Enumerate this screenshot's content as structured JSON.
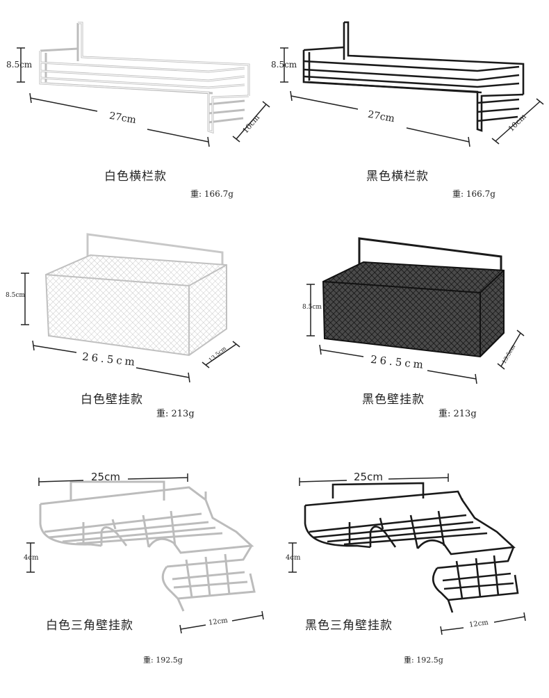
{
  "colors": {
    "white_product": "#ffffff",
    "white_outline": "#b9b9b9",
    "black_product": "#1a1a1a",
    "dim_line": "#222222"
  },
  "products": [
    {
      "name": "白色横栏款",
      "weight": "重: 166.7g",
      "height": "8.5cm",
      "length": "27cm",
      "depth": "10cm",
      "icon": "wire-rack-bar-icon"
    },
    {
      "name": "黑色横栏款",
      "weight": "重: 166.7g",
      "height": "8.5cm",
      "length": "27cm",
      "depth": "10cm",
      "icon": "wire-rack-bar-icon"
    },
    {
      "name": "白色壁挂款",
      "weight": "重: 213g",
      "height": "8.5cm",
      "length": "26.5cm",
      "depth": "13.5cm",
      "icon": "mesh-basket-icon"
    },
    {
      "name": "黑色壁挂款",
      "weight": "重: 213g",
      "height": "8.5cm",
      "length": "26.5cm",
      "depth": "13.5cm",
      "icon": "mesh-basket-icon"
    },
    {
      "name": "白色三角壁挂款",
      "weight": "重: 192.5g",
      "height": "4cm",
      "length": "25cm",
      "depth": "12cm",
      "icon": "corner-rack-icon"
    },
    {
      "name": "黑色三角壁挂款",
      "weight": "重: 192.5g",
      "height": "4cm",
      "length": "25cm",
      "depth": "12cm",
      "icon": "corner-rack-icon"
    }
  ]
}
